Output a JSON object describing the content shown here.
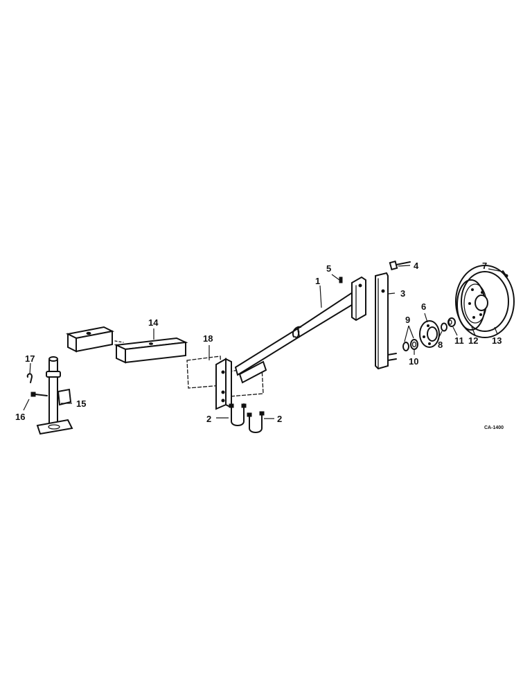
{
  "callouts": {
    "c1": "1",
    "c2a": "2",
    "c2b": "2",
    "c3": "3",
    "c4": "4",
    "c5": "5",
    "c6": "6",
    "c7": "7",
    "c8": "8",
    "c9": "9",
    "c10": "10",
    "c11": "11",
    "c12": "12",
    "c13": "13",
    "c14": "14",
    "c15": "15",
    "c16": "16",
    "c17": "17",
    "c18": "18"
  },
  "drawing_code": "CA-1400"
}
